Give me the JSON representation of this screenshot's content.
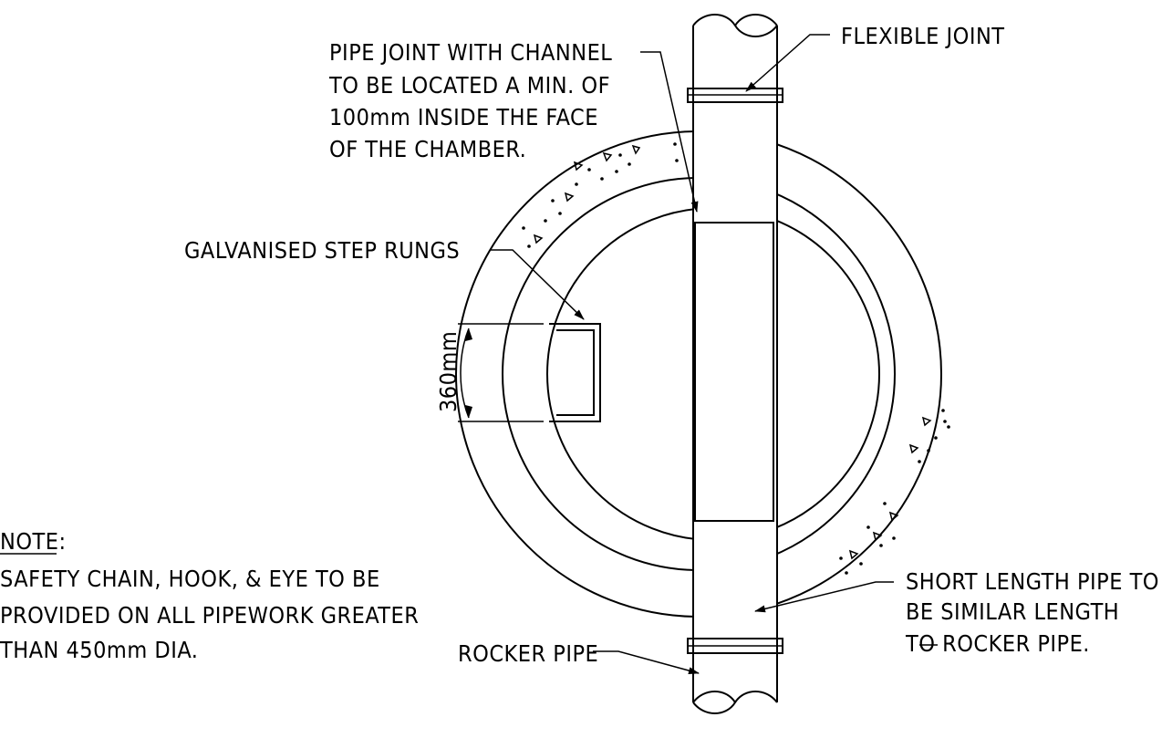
{
  "labels": {
    "pipe_joint": [
      "PIPE JOINT WITH CHANNEL",
      "TO BE LOCATED A MIN. OF",
      "100mm INSIDE THE FACE",
      "OF THE CHAMBER."
    ],
    "flexible_joint": "FLEXIBLE JOINT",
    "step_rungs": "GALVANISED STEP RUNGS",
    "dimension": "360mm",
    "note_title": "NOTE:",
    "note_body": [
      "SAFETY CHAIN, HOOK, & EYE TO BE",
      "PROVIDED ON ALL PIPEWORK GREATER",
      "THAN 450mm DIA."
    ],
    "rocker_pipe": "ROCKER PIPE",
    "short_length": [
      "SHORT LENGTH PIPE TO",
      "BE SIMILAR LENGTH",
      "TO ROCKER PIPE."
    ]
  }
}
